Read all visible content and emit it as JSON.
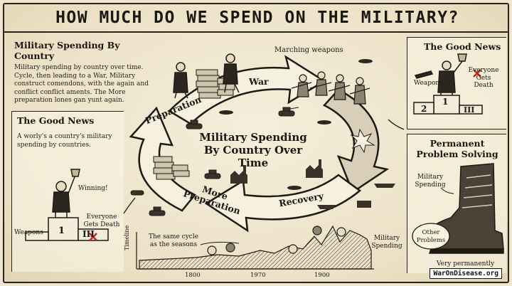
{
  "title": "HOW MUCH DO WE SPEND ON THE MILITARY?",
  "left_top": {
    "heading": "Military Spending By Country",
    "body": "Military spending by country over time. Cycle, then leading to a War, Military construct comendons, with the again and conflict conflict aments. The More preparation lones gan yunt again."
  },
  "left_good_news": {
    "heading": "The Good News",
    "body": "A worly's a country's military spending by countries.",
    "winning": "Winning!",
    "weapons": "Weapons",
    "podium_first": "1",
    "podium_third": "III",
    "everyone_gets_death": "Everyone Gets Death"
  },
  "cycle": {
    "center": "Military Spending By Country Over Time",
    "war": "War",
    "preparation": "Preparation",
    "more_preparation": "More Preparation",
    "recovery": "Recovery",
    "marching_weapons": "Marching weapons"
  },
  "right_good_news": {
    "heading": "The Good News",
    "weapons": "Weapons",
    "podium_first": "1",
    "podium_second": "2",
    "podium_third": "III",
    "everyone_gets_death": "Everyone Gets Death"
  },
  "right_problem": {
    "heading": "Permanent Problem Solving",
    "military_spending": "Military Spending",
    "other_problems": "Other Problems",
    "very_permanently": "Very permanently"
  },
  "timeline": {
    "axis_label": "Timeline",
    "note": "The same cycle as the seasons",
    "series_label": "Military Spending",
    "ticks": [
      "1800",
      "1970",
      "1900"
    ]
  },
  "credit": "WarOnDisease.org"
}
